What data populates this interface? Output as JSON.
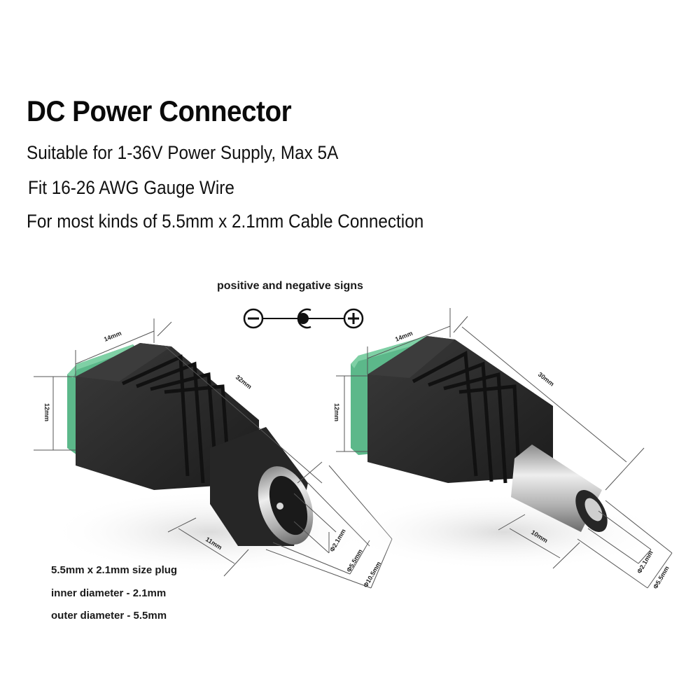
{
  "header": {
    "title": "DC Power Connector",
    "specs": [
      "Suitable for 1-36V Power Supply, Max 5A",
      "Fit 16-26 AWG Gauge Wire",
      "For most kinds of 5.5mm x 2.1mm Cable Connection"
    ]
  },
  "polarity": {
    "label": "positive and negative signs",
    "symbols": [
      "minus-icon",
      "center-positive-icon",
      "plus-icon"
    ]
  },
  "female_connector": {
    "dimensions": {
      "width": "14mm",
      "height": "12mm",
      "length": "32mm",
      "barrel_length": "11mm",
      "inner_diameter": "Φ2.1mm",
      "outer_diameter": "Φ5.5mm",
      "body_diameter": "Φ10.5mm"
    }
  },
  "male_connector": {
    "dimensions": {
      "width": "14mm",
      "height": "12mm",
      "length": "30mm",
      "barrel_length": "10mm",
      "inner_diameter": "Φ2.1mm",
      "outer_diameter": "Φ5.5mm"
    }
  },
  "plug_info": [
    "5.5mm x 2.1mm size plug",
    "inner diameter - 2.1mm",
    "outer diameter - 5.5mm"
  ],
  "colors": {
    "terminal_green": "#5cb88a",
    "body_black": "#2a2a2a",
    "metal_silver": "#c8c8c8",
    "dimension_line": "#555555"
  }
}
